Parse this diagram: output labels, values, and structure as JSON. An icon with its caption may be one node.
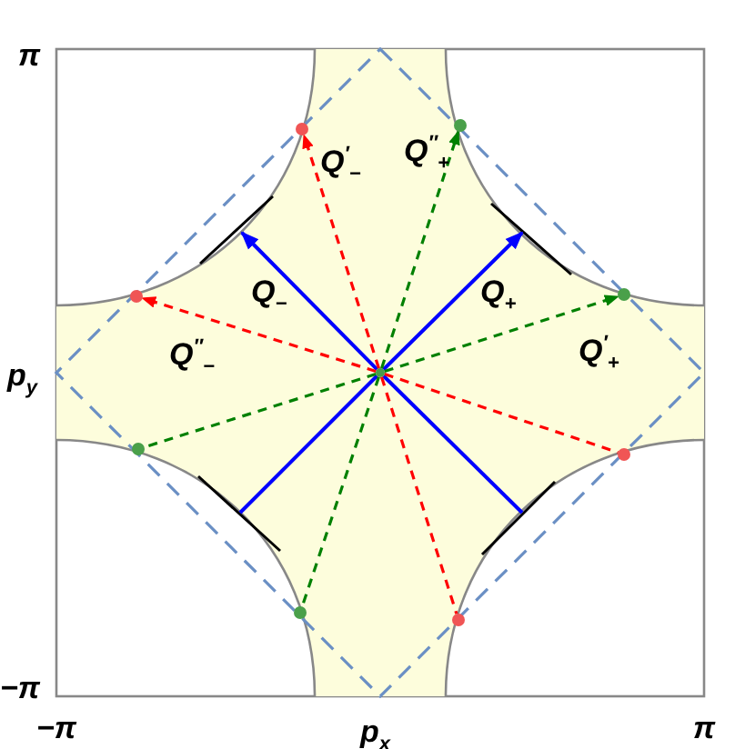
{
  "diagram": {
    "nodes": [
      {
        "text": [],
        "shape": "circle"
      },
      {
        "text": [],
        "shape": "circle"
      },
      {
        "text": [],
        "shape": "circle"
      },
      {
        "text": [],
        "shape": "circle"
      },
      {
        "text": [],
        "shape": "circle"
      },
      {
        "text": [],
        "shape": "circle"
      },
      {
        "text": [],
        "shape": "circle"
      },
      {
        "text": [],
        "shape": "circle"
      },
      {
        "text": [],
        "shape": "circle"
      }
    ],
    "edges": [
      {
        "from": 0,
        "to": null,
        "arrow": "to",
        "label": "Q$_{−}$",
        "color": "#0000ff"
      },
      {
        "from": 0,
        "to": null,
        "arrow": "to",
        "label": "Q$_{+}$",
        "color": "#0000ff"
      },
      {
        "from": 0,
        "to": null,
        "arrow": "none",
        "color": "#0000ff"
      },
      {
        "from": 0,
        "to": null,
        "arrow": "none",
        "color": "#0000ff"
      },
      {
        "from": 0,
        "to": 1,
        "arrow": "to",
        "label": "Q$^{′}$$_{−}$",
        "style": "dashed",
        "color": "#ff0000"
      },
      {
        "from": 0,
        "to": 3,
        "arrow": "to",
        "label": "Q$^{″}$$_{−}$",
        "style": "dashed",
        "color": "#ff0000"
      },
      {
        "from": 0,
        "to": 6,
        "arrow": "none",
        "style": "dashed",
        "color": "#ff0000"
      },
      {
        "from": 0,
        "to": 8,
        "arrow": "none",
        "style": "dashed",
        "color": "#ff0000"
      },
      {
        "from": 0,
        "to": 2,
        "arrow": "to",
        "label": "Q$^{″}$$_{+}$",
        "style": "dashed",
        "color": "#008000"
      },
      {
        "from": 0,
        "to": 4,
        "arrow": "to",
        "label": "Q$^{′}$$_{+}$",
        "style": "dashed",
        "color": "#008000"
      },
      {
        "from": 0,
        "to": 5,
        "arrow": "none",
        "style": "dashed",
        "color": "#008000"
      },
      {
        "from": 0,
        "to": 7,
        "arrow": "none",
        "style": "dashed",
        "color": "#008000"
      }
    ],
    "labels": [
      "π",
      "p$_{y}$",
      "−π",
      "−π",
      "p$_{x}$",
      "π"
    ]
  }
}
